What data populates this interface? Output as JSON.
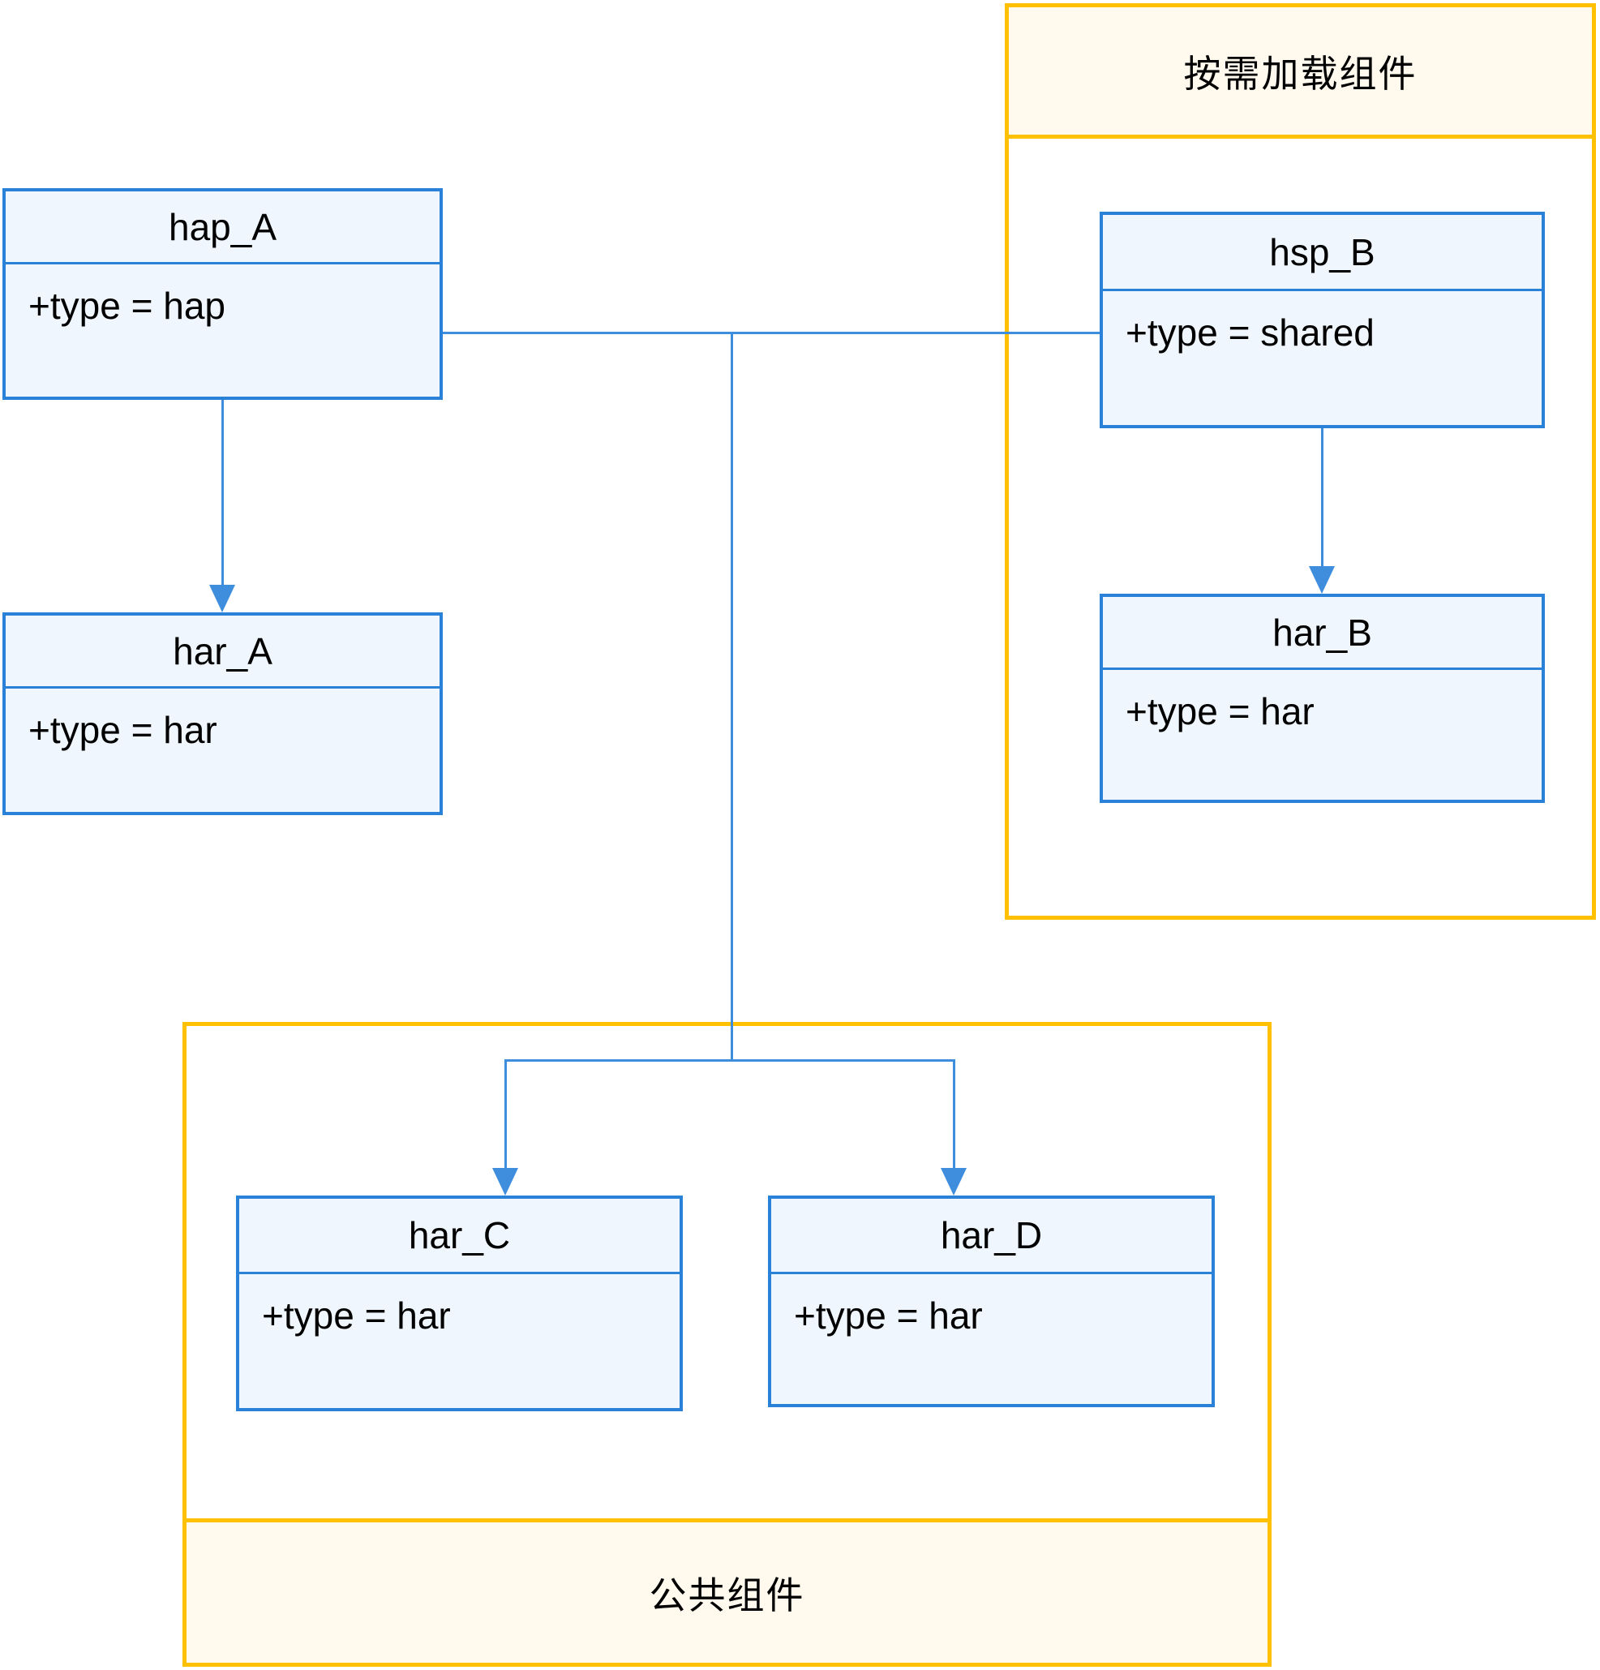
{
  "groups": {
    "on_demand": {
      "label": "按需加载组件",
      "label_position": "header"
    },
    "common": {
      "label": "公共组件",
      "label_position": "footer"
    }
  },
  "nodes": [
    {
      "id": "hap_A",
      "title": "hap_A",
      "attribute": "+type = hap"
    },
    {
      "id": "har_A",
      "title": "har_A",
      "attribute": "+type = har"
    },
    {
      "id": "hsp_B",
      "title": "hsp_B",
      "attribute": "+type = shared"
    },
    {
      "id": "har_B",
      "title": "har_B",
      "attribute": "+type = har"
    },
    {
      "id": "har_C",
      "title": "har_C",
      "attribute": "+type = har"
    },
    {
      "id": "har_D",
      "title": "har_D",
      "attribute": "+type = har"
    }
  ],
  "edges": [
    {
      "from": "hap_A",
      "to": "har_A",
      "style": "arrow"
    },
    {
      "from": "hsp_B",
      "to": "har_B",
      "style": "arrow"
    },
    {
      "from": "hap_A",
      "to": "hsp_B",
      "style": "plain"
    },
    {
      "from": "hap_A",
      "to": "har_C",
      "style": "arrow"
    },
    {
      "from": "hap_A",
      "to": "har_D",
      "style": "arrow"
    }
  ],
  "colors": {
    "node_border": "#2981D8",
    "node_fill": "#EFF6FD",
    "group_border": "#FFC000",
    "group_band_fill": "#FFF9EE",
    "connector": "#3E8EDD",
    "text": "#000000"
  }
}
